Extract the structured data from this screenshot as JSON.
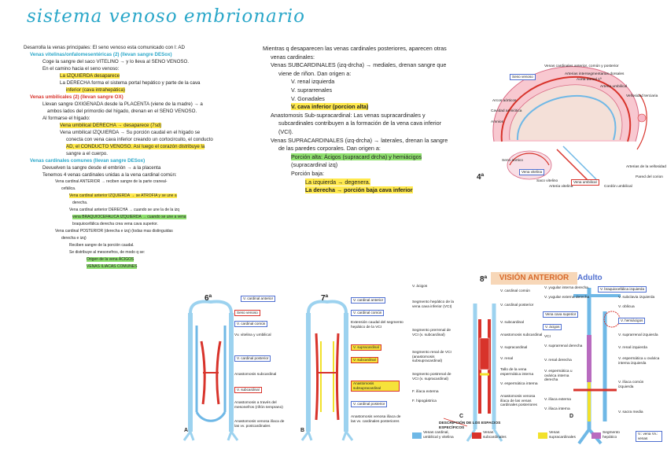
{
  "title": "sistema venoso embrionario",
  "left": {
    "lines": [
      "Desarrolla la venas principales: El seno venoso esta comunicado con l: AD",
      "Venas vitelinas/onfalomesentéricas (2) (llevan sangre DESox)",
      "Coge la sangre del saco VITELINO → y lo lleva al SENO VENOSO.",
      "En el camino hacia el seno venoso:",
      "La IZQUIERDA desaparece",
      "La DERECHA forma el sistema portal hepático y parte de la cava",
      "inferior (cava intrahepática)",
      "Venas umbilicales (2) (llevan sangre OX)",
      "Llevan sangre OXIGENADA desde la PLACENTA (viene de la madre) → a",
      "ambos lados del primordio del hígado, drenan en el SENO VENOSO.",
      "Al formarse el hígado:",
      "Vena umbilical DERECHA → desaparece (7sd)",
      "Vena umbilical IZQUIERDA → Su porción caudal en el hígado se",
      "conecta con vena cava inferior creando un cortocircuito, el conducto",
      "AD, el CONDUCTO VENOSO. Así luego el corazón distribuye la",
      "sangre a el cuerpo.",
      "Venas cardinales comunes (llevan sangre DESox)",
      "Devuelven la sangre desde el embrión → a la placenta",
      "Tenemos 4 venas cardinales unidas a la vena cardinal común:",
      "Vena cardinal ANTERIOR → reciben sangre de la parte craneal-",
      "cefálica.",
      "Vena cardinal anterior IZQUIERDA → se ATROFIA y se une a",
      "derecha.",
      "Vena cardinal anterior DERECHA → cuando se une la de la izq",
      "vena BRAQUIOCEFALICA IZQUIERDA → cuando se une a vena",
      "braquiocefálica derecha crea vena cava superior.",
      "Vena cardinal POSTERIOR (derecha e izq) (todas mas distinguidas",
      "derecha e izq)",
      "Reciben sangre de la porción caudal.",
      "Se distribuye al mesonefros, de modo q se:",
      "Origen de la vena ÁCIGOS",
      "VENAS ILIACAS COMUNES"
    ]
  },
  "mid": {
    "lines": [
      "Mientras q desaparecen las venas cardinales posteriores, aparecen otras",
      "venas cardinales:",
      "Venas SUBCARDINALES (izq-drcha) → mediales, drenan sangre que",
      "viene de riñon. Dan origen a:",
      "V. renal izquierda",
      "V. suprarrenales",
      "V. Gonadales",
      "V. cava inferior (porcion alta)",
      "Anastomosis Sub-supracardinal: Las venas supracardinales y",
      "subcardinales contribuyen a la formación de la vena cava inferior",
      "(VCI).",
      "Venas SUPRACARDINALES (izq-drcha) → laterales, drenan la sangre",
      "de las paredes corporales. Dan origen a:",
      "Porción alta: Ácigos (supracard drcha) y hemiácigos",
      "(supracardinal izq)",
      "Porción baja:",
      "La izquierda → degenera.",
      "La derecha → porción baja cava inferior"
    ]
  },
  "fig4": {
    "number": "4ª",
    "labels": [
      "Venas cardinales anterior, común y posterior",
      "Arterias intersegmentarias dorsales",
      "Aorta dorsal 1ª",
      "Arteria umbilical",
      "Vellosidad terciaria",
      "Seno venoso",
      "Arcos aórticos",
      "Cavidad amniótica",
      "Amnios",
      "Seno aórtico",
      "Vena vitelina",
      "Saco vitelino",
      "Arteria vitelina",
      "Vena umbilical",
      "Cordón umbilical",
      "Pared del corion",
      "Arterias de la vellosidad"
    ]
  },
  "fig6": {
    "number": "6ª",
    "letter": "A",
    "labels": [
      "V. cardinal anterior",
      "Seno venoso",
      "V. cardinal común",
      "Vv. vitelina y umbilical",
      "V. cardinal posterior",
      "Anastomosis subcardinal",
      "V. subcardinal",
      "Anastomosis a través del mesonefros (riñón temprano)",
      "Anastomosis venosa ilíaca de las vv. postcardinales"
    ]
  },
  "fig7": {
    "number": "7ª",
    "letter": "B",
    "labels": [
      "V. cardinal anterior",
      "V. cardinal común",
      "Extensión caudal del segmento hepático de la VCI",
      "V. supracardinal",
      "V. subcardinal",
      "Anastomosis subsupracardinal",
      "V. cardinal posterior",
      "Anastomosis venosa ilíaca de las vv. cardinales posteriores"
    ]
  },
  "fig8": {
    "number": "8ª",
    "letter_c": "C",
    "letter_d": "D",
    "heading": "VISIÓN ANTERIOR",
    "adult": "Adulto",
    "left_labels": [
      "V. ácigos",
      "Segmento hepático de la vena cava inferior (VCI)",
      "Segmento prerrenal de VCI (v. subcardinal)",
      "Segmento renal de VCI (anastomosis subsupracardinal)",
      "Segmento postrenal de VCI (v. supracardinal)",
      "F. ilíaca externa",
      "F. hipogástrica"
    ],
    "center_labels": [
      "V. cardinal común",
      "V. cardinal posterior",
      "V. subcardinal",
      "Anastomosis subcardinal",
      "V. supracardinal",
      "V. renal",
      "Tallo de la vena espermática interna",
      "V. espermática interna",
      "Anastomosis venosa ilíaca de las venas cardinales posteriores"
    ],
    "note": "DESCRIPCIÓN DE LOS ESPACIOS ESPECÍFICOS",
    "right_labels": [
      "V. yugular interna derecha",
      "V. yugular externa derecha",
      "V. braquiocefálica izquierda",
      "V. subclavia izquierda",
      "Vena cava superior",
      "V. ácigos",
      "VCI",
      "V. suprarrenal derecha",
      "V. renal derecha",
      "V. espermática u ovárica interna derecha",
      "V. ilíaca externa",
      "V. ilíaca interna",
      "V. oblicua",
      "V. hemiácigos",
      "V. suprarrenal izquierda",
      "V. renal izquierda",
      "V. espermática u ovárica interna izquierda",
      "V. ilíaca común izquierda",
      "V. sacra media"
    ],
    "legend": [
      "Venas cardinal, umbilical y vitelina",
      "Venas subcardinales",
      "Venas supracardinales",
      "Segmento hepático",
      "V.: vena Vv.: venas"
    ],
    "legend_colors": [
      "#6fb8e6",
      "#d8332b",
      "#f2e12b",
      "#b86bbf"
    ]
  },
  "colors": {
    "vein_blue": "#6fb8e6",
    "vein_red": "#d8332b",
    "vein_yellow": "#f2e12b",
    "accent_cyan": "#2aa7c9",
    "box_blue": "#4f6fd0"
  }
}
